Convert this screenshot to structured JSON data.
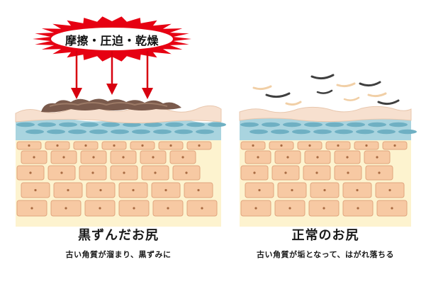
{
  "left_panel": {
    "burst_text": "摩擦・圧迫・乾燥",
    "title": "黒ずんだお尻",
    "caption": "古い角質が溜まり、黒ずみに"
  },
  "right_panel": {
    "title": "正常のお尻",
    "caption": "古い角質が垢となって、はがれ落ちる"
  },
  "colors": {
    "burst": "#e60012",
    "arrow": "#d7000f",
    "surface": "#f7e0cf",
    "surface_edge": "#e8c7ae",
    "basal_blue": "#a9d4df",
    "basal_oval": "#6fb0c3",
    "dermis": "#fdf3cf",
    "cell_fill": "#f7c9a3",
    "cell_edge": "#e0a57e",
    "nucleus": "#a86b43",
    "old_keratin": "#7a5a4c",
    "flake_dark": "#3f3f3f",
    "flake_light": "#f1cfa6"
  },
  "icons": [
    "starburst-icon",
    "down-arrow-icon",
    "skin-cell-icon",
    "keratin-flake-icon"
  ]
}
